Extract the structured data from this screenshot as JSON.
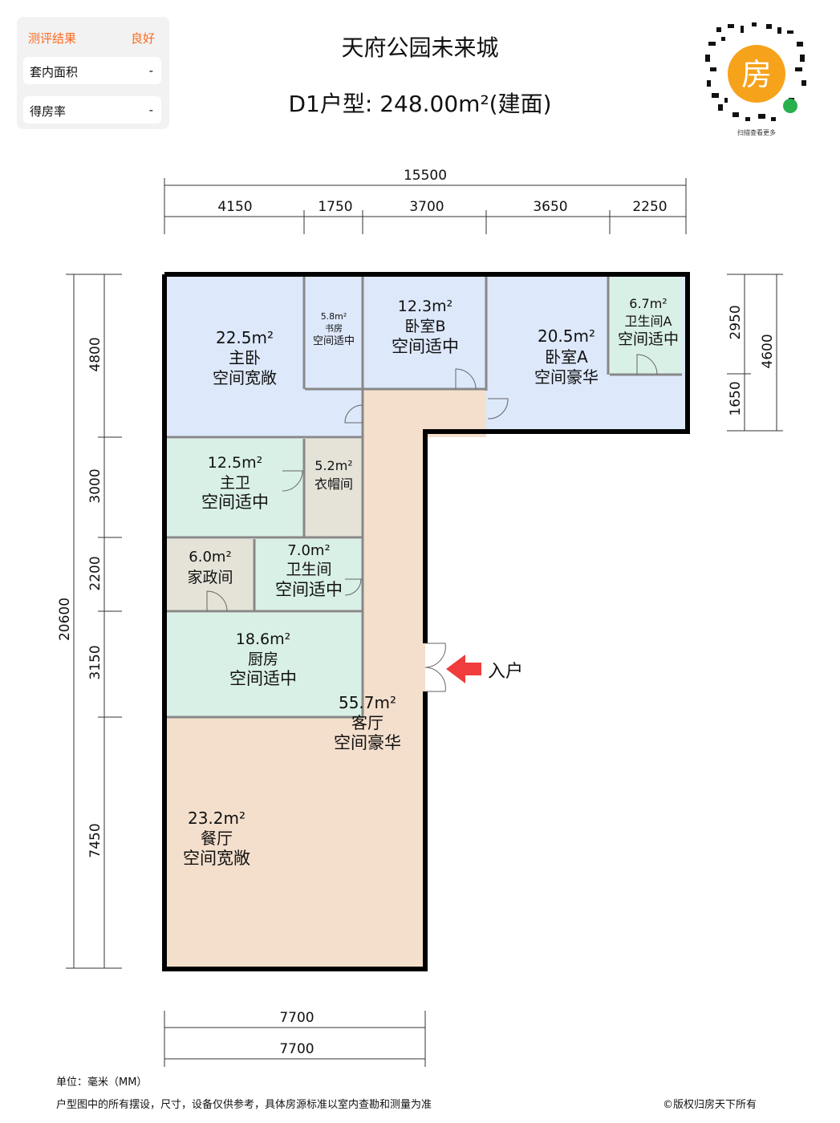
{
  "evaluation": {
    "header": "测评结果",
    "grade": "良好",
    "rows": [
      {
        "label": "套内面积",
        "value": "-"
      },
      {
        "label": "得房率",
        "value": "-"
      }
    ]
  },
  "title": "天府公园未来城",
  "unit_type": "D1户型: 248.00m²(建面)",
  "qr": {
    "badge": "房",
    "caption": "扫描查看更多"
  },
  "dimensions": {
    "top_total": "15500",
    "top": [
      "4150",
      "1750",
      "3700",
      "3650",
      "2250"
    ],
    "left_total": "20600",
    "left": [
      "4800",
      "3000",
      "2200",
      "3150",
      "7450"
    ],
    "right": [
      "2950",
      "1650"
    ],
    "right_total": "4600",
    "bottom": [
      "7700",
      "7700"
    ]
  },
  "rooms": [
    {
      "area": "22.5m²",
      "name": "主卧",
      "desc": "空间宽敞"
    },
    {
      "area": "5.8m²",
      "name": "书房",
      "desc": "空间适中"
    },
    {
      "area": "12.3m²",
      "name": "卧室B",
      "desc": "空间适中"
    },
    {
      "area": "20.5m²",
      "name": "卧室A",
      "desc": "空间豪华"
    },
    {
      "area": "6.7m²",
      "name": "卫生间A",
      "desc": "空间适中"
    },
    {
      "area": "12.5m²",
      "name": "主卫",
      "desc": "空间适中"
    },
    {
      "area": "5.2m²",
      "name": "衣帽间",
      "desc": ""
    },
    {
      "area": "6.0m²",
      "name": "家政间",
      "desc": ""
    },
    {
      "area": "7.0m²",
      "name": "卫生间",
      "desc": "空间适中"
    },
    {
      "area": "18.6m²",
      "name": "厨房",
      "desc": "空间适中"
    },
    {
      "area": "55.7m²",
      "name": "客厅",
      "desc": "空间豪华"
    },
    {
      "area": "23.2m²",
      "name": "餐厅",
      "desc": "空间宽敞"
    }
  ],
  "entrance_label": "入户",
  "colors": {
    "bedroom": "#dde8fb",
    "wet": "#d9f0e6",
    "storage": "#e5e3d8",
    "living": "#f4dfcd",
    "wall": "#000000",
    "arrow": "#f03c3c"
  },
  "footer": {
    "unit": "单位：毫米（MM）",
    "disclaimer": "户型图中的所有摆设，尺寸，设备仅供参考，具体房源标准以室内查勘和测量为准",
    "copyright": "©版权归房天下所有"
  }
}
